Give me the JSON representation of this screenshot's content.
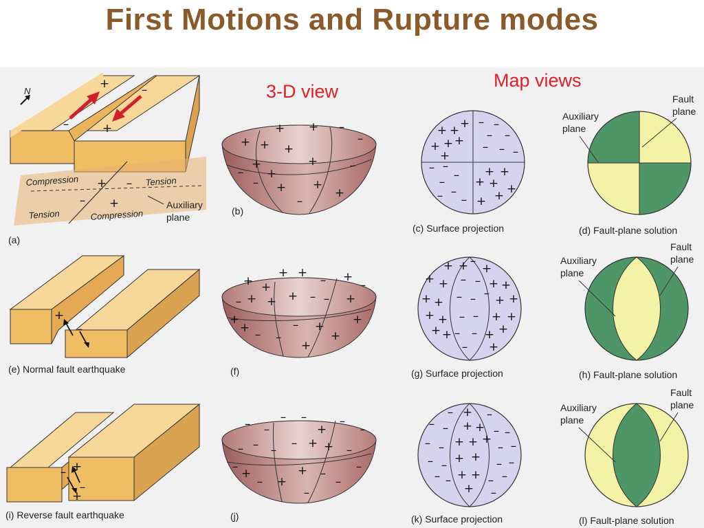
{
  "title": "First Motions and Rupture modes",
  "labels": {
    "view3d": "3-D view",
    "mapviews": "Map views"
  },
  "captions": {
    "a": "(a)",
    "b": "(b)",
    "c": "(c) Surface projection",
    "d": "(d) Fault-plane solution",
    "e": "(e) Normal fault earthquake",
    "f": "(f)",
    "g": "(g) Surface projection",
    "h": "(h) Fault-plane solution",
    "i": "(i) Reverse fault earthquake",
    "j": "(j)",
    "k": "(k) Surface projection",
    "l": "(l) Fault-plane solution"
  },
  "block_a": {
    "north": "N",
    "compression": "Compression",
    "tension": "Tension",
    "auxiliary_line1": "Auxiliary",
    "auxiliary_line2": "plane"
  },
  "annotations": {
    "fault_line1": "Fault",
    "fault_line2": "plane",
    "aux_line1": "Auxiliary",
    "aux_line2": "plane"
  },
  "signs": {
    "plus": "+",
    "minus": "–"
  },
  "colors": {
    "title": "#8a5a2b",
    "red_label": "#e0202a",
    "green": "#4e9668",
    "yellow": "#f3f2a6",
    "lavender": "#d6d3ee",
    "block": "#f2c46e",
    "bowl": "#a86a6a"
  }
}
